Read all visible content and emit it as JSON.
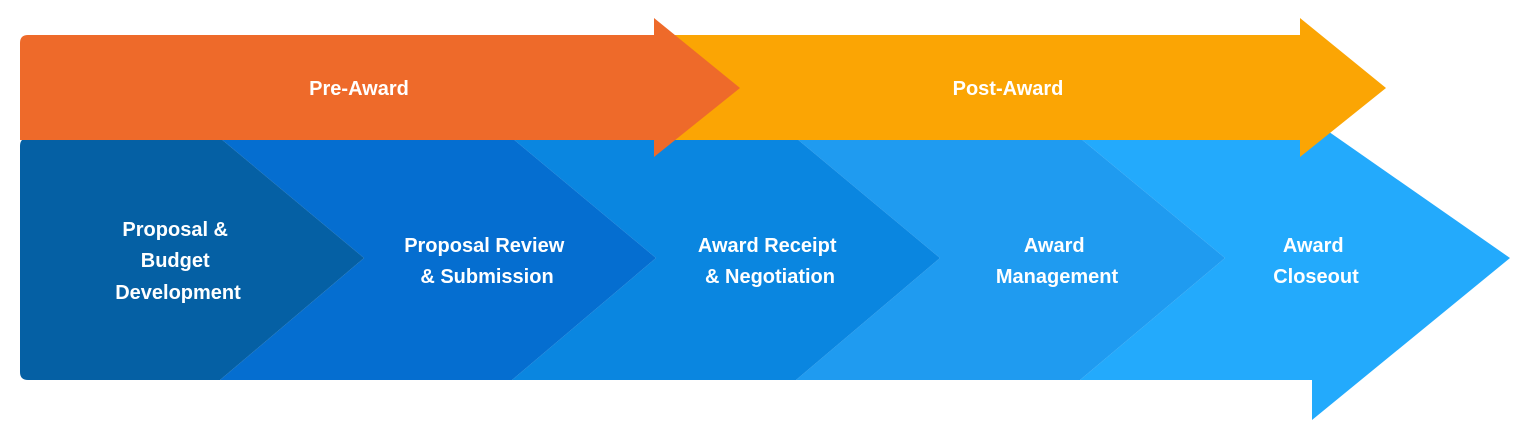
{
  "colors": {
    "pre_award": "#EE6A2A",
    "post_award": "#FBA504",
    "stage_1": "#0560A4",
    "stage_2": "#056ED0",
    "stage_3": "#0A86E0",
    "stage_4": "#1F9BF0",
    "stage_5": "#23AAFC"
  },
  "phases": [
    {
      "label": "Pre-Award"
    },
    {
      "label": "Post-Award"
    }
  ],
  "stages": [
    {
      "lines": [
        "Proposal &",
        "Budget",
        "Development"
      ]
    },
    {
      "lines": [
        "Proposal Review",
        "& Submission"
      ]
    },
    {
      "lines": [
        "Award Receipt",
        "& Negotiation"
      ]
    },
    {
      "lines": [
        "Award",
        "Management"
      ]
    },
    {
      "lines": [
        "Award",
        "Closeout"
      ]
    }
  ]
}
